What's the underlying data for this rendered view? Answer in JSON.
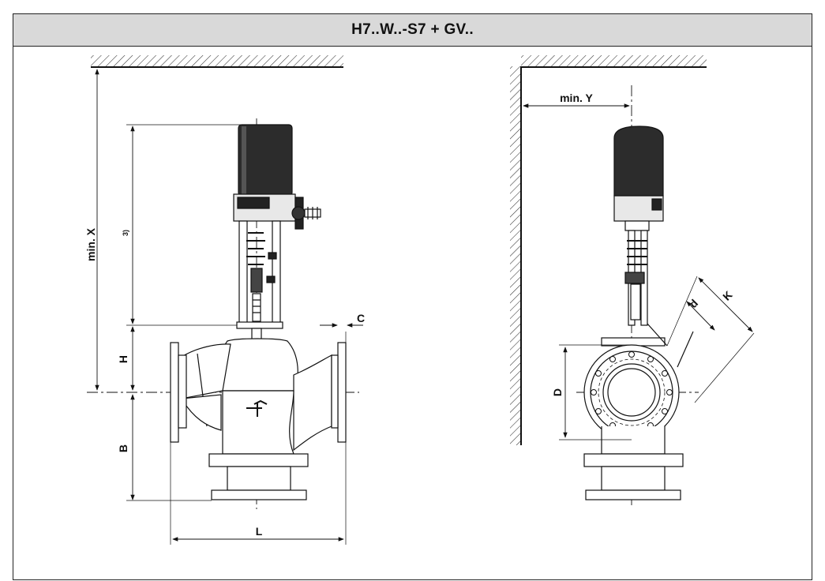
{
  "title": "H7..W..-S7 + GV..",
  "dimensions": {
    "min_x": "min. X",
    "min_y": "min. Y",
    "note": "3)",
    "h": "H",
    "b": "B",
    "c": "C",
    "l": "L",
    "d_upper": "D",
    "d_lower": "d",
    "k": "K"
  }
}
